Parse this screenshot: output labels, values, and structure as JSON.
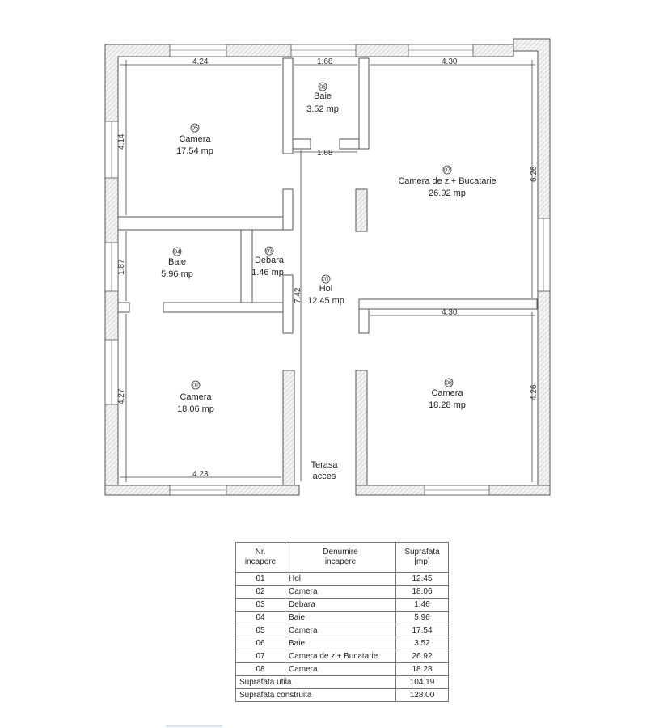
{
  "rooms": [
    {
      "num": "01",
      "name": "Hol",
      "area": "12.45 mp"
    },
    {
      "num": "02",
      "name": "Camera",
      "area": "18.06 mp"
    },
    {
      "num": "03",
      "name": "Debara",
      "area": "1.46 mp"
    },
    {
      "num": "04",
      "name": "Baie",
      "area": "5.96 mp"
    },
    {
      "num": "05",
      "name": "Camera",
      "area": "17.54 mp"
    },
    {
      "num": "06",
      "name": "Baie",
      "area": "3.52 mp"
    },
    {
      "num": "07",
      "name": "Camera de zi+ Bucatarie",
      "area": "26.92 mp"
    },
    {
      "num": "08",
      "name": "Camera",
      "area": "18.28 mp"
    }
  ],
  "dimensions": {
    "d424": "4.24",
    "d168top": "1.68",
    "d430top": "4.30",
    "d414": "4.14",
    "d168mid": "1.68",
    "d626": "6.26",
    "d187": "1.87",
    "d742": "7.42",
    "d430mid": "4.30",
    "d427": "4.27",
    "d426": "4.26",
    "d423": "4.23"
  },
  "terrace": {
    "line1": "Terasa",
    "line2": "acces"
  },
  "table": {
    "headers": {
      "nr": "Nr.\nincapere",
      "name": "Denumire\nincapere",
      "area": "Suprafata\n[mp]"
    },
    "rows": [
      {
        "nr": "01",
        "name": "Hol",
        "area": "12.45"
      },
      {
        "nr": "02",
        "name": "Camera",
        "area": "18.06"
      },
      {
        "nr": "03",
        "name": "Debara",
        "area": "1.46"
      },
      {
        "nr": "04",
        "name": "Baie",
        "area": "5.96"
      },
      {
        "nr": "05",
        "name": "Camera",
        "area": "17.54"
      },
      {
        "nr": "06",
        "name": "Baie",
        "area": "3.52"
      },
      {
        "nr": "07",
        "name": "Camera de zi+ Bucatarie",
        "area": "26.92"
      },
      {
        "nr": "08",
        "name": "Camera",
        "area": "18.28"
      }
    ],
    "totals": [
      {
        "label": "Suprafata utila",
        "value": "104.19"
      },
      {
        "label": "Suprafata construita",
        "value": "128.00"
      }
    ]
  }
}
